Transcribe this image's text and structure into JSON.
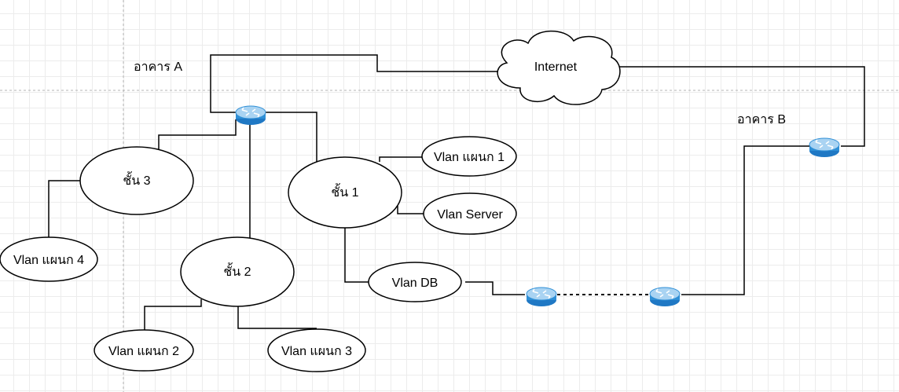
{
  "diagram": {
    "building_a_label": "อาคาร A",
    "building_b_label": "อาคาร B",
    "internet_label": "Internet",
    "floors": {
      "floor1": "ชั้น 1",
      "floor2": "ชั้น 2",
      "floor3": "ชั้น 3"
    },
    "vlans": {
      "dept1": "Vlan แผนก 1",
      "server": "Vlan Server",
      "db": "Vlan DB",
      "dept2": "Vlan แผนก 2",
      "dept3": "Vlan แผนก 3",
      "dept4": "Vlan แผนก 4"
    },
    "colors": {
      "router_top": "#a9d3f2",
      "router_side": "#2f8fd6",
      "router_arrow": "#ffffff",
      "line": "#000000"
    }
  }
}
